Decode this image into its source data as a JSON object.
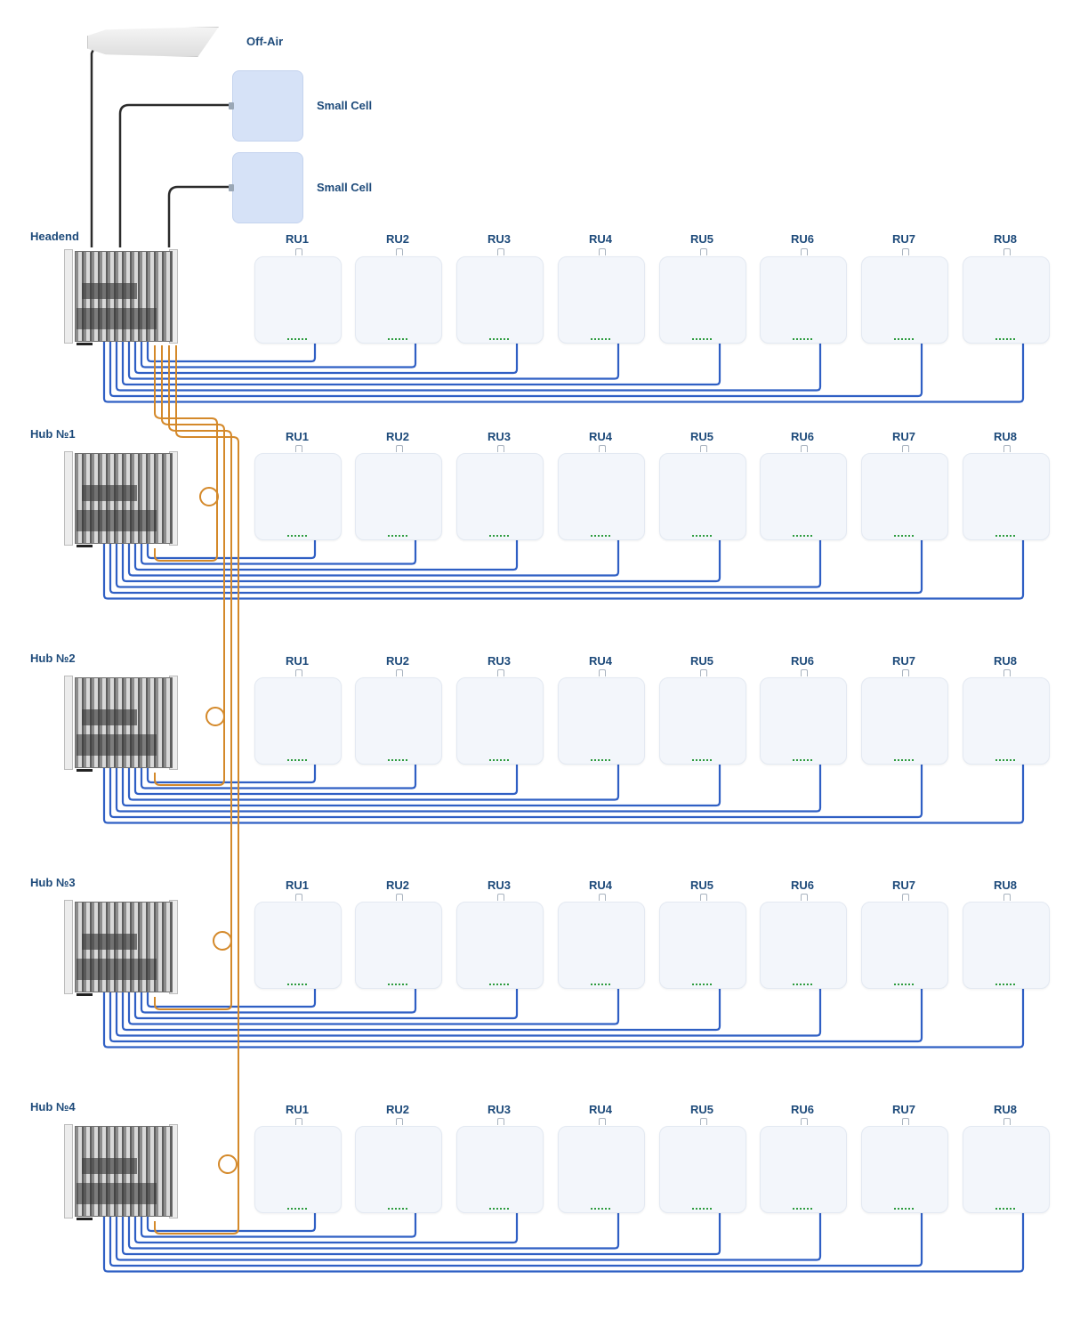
{
  "labels": {
    "off_air": "Off-Air",
    "small_cell_1": "Small Cell",
    "small_cell_2": "Small Cell"
  },
  "sites": [
    {
      "name": "Headend",
      "units": [
        "RU1",
        "RU2",
        "RU3",
        "RU4",
        "RU5",
        "RU6",
        "RU7",
        "RU8"
      ]
    },
    {
      "name": "Hub №1",
      "units": [
        "RU1",
        "RU2",
        "RU3",
        "RU4",
        "RU5",
        "RU6",
        "RU7",
        "RU8"
      ]
    },
    {
      "name": "Hub №2",
      "units": [
        "RU1",
        "RU2",
        "RU3",
        "RU4",
        "RU5",
        "RU6",
        "RU7",
        "RU8"
      ]
    },
    {
      "name": "Hub №3",
      "units": [
        "RU1",
        "RU2",
        "RU3",
        "RU4",
        "RU5",
        "RU6",
        "RU7",
        "RU8"
      ]
    },
    {
      "name": "Hub №4",
      "units": [
        "RU1",
        "RU2",
        "RU3",
        "RU4",
        "RU5",
        "RU6",
        "RU7",
        "RU8"
      ]
    }
  ],
  "colors": {
    "label": "#1d4a7a",
    "fiber_hub_link": "#d4892a",
    "ru_cable": "#2f5fc4",
    "rf_cable": "#2b2b2b",
    "small_cell_fill": "#d6e2f7",
    "ru_fill": "#f3f6fb"
  }
}
